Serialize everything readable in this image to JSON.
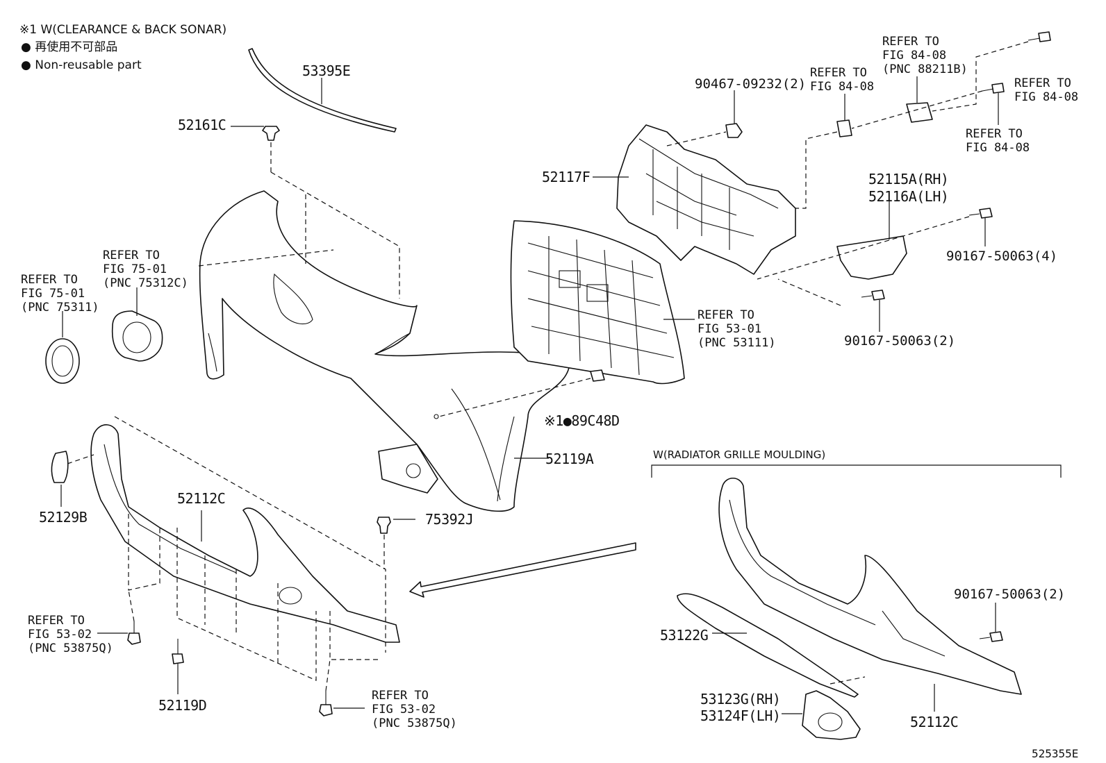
{
  "legend": {
    "note_condition": "※1 W(CLEARANCE & BACK SONAR)",
    "non_reusable_jp": "● 再使用不可部品",
    "non_reusable_en": "● Non-reusable part"
  },
  "parts": {
    "p53395E": "53395E",
    "p52161C": "52161C",
    "p52117F": "52117F",
    "p90467": "90467-09232(2)",
    "p52115A": "52115A(RH)",
    "p52116A": "52116A(LH)",
    "p90167a": "90167-50063(4)",
    "p90167b": "90167-50063(2)",
    "p89C48D": "※1●89C48D",
    "p52119A": "52119A",
    "p52129B": "52129B",
    "p52112C": "52112C",
    "p75392J": "75392J",
    "p52119D": "52119D",
    "p90167c": "90167-50063(2)",
    "p53122G": "53122G",
    "p53123G": "53123G(RH)",
    "p53124F": "53124F(LH)",
    "p52112C_b": "52112C"
  },
  "refs": {
    "ref_84_08_pnc": "REFER TO\nFIG 84-08\n(PNC 88211B)",
    "ref_84_08_a": "REFER TO\nFIG 84-08",
    "ref_84_08_b": "REFER TO\nFIG 84-08",
    "ref_84_08_c": "REFER TO\nFIG 84-08",
    "ref_75_01_c": "REFER TO\nFIG 75-01\n(PNC 75312C)",
    "ref_75_01": "REFER TO\nFIG 75-01\n(PNC 75311)",
    "ref_53_01": "REFER TO\nFIG 53-01\n(PNC 53111)",
    "ref_53_02_a": "REFER TO\nFIG 53-02\n(PNC 53875Q)",
    "ref_53_02_b": "REFER TO\nFIG 53-02\n(PNC 53875Q)"
  },
  "section_note": "W(RADIATOR GRILLE MOULDING)",
  "illustration_code": "525355E"
}
